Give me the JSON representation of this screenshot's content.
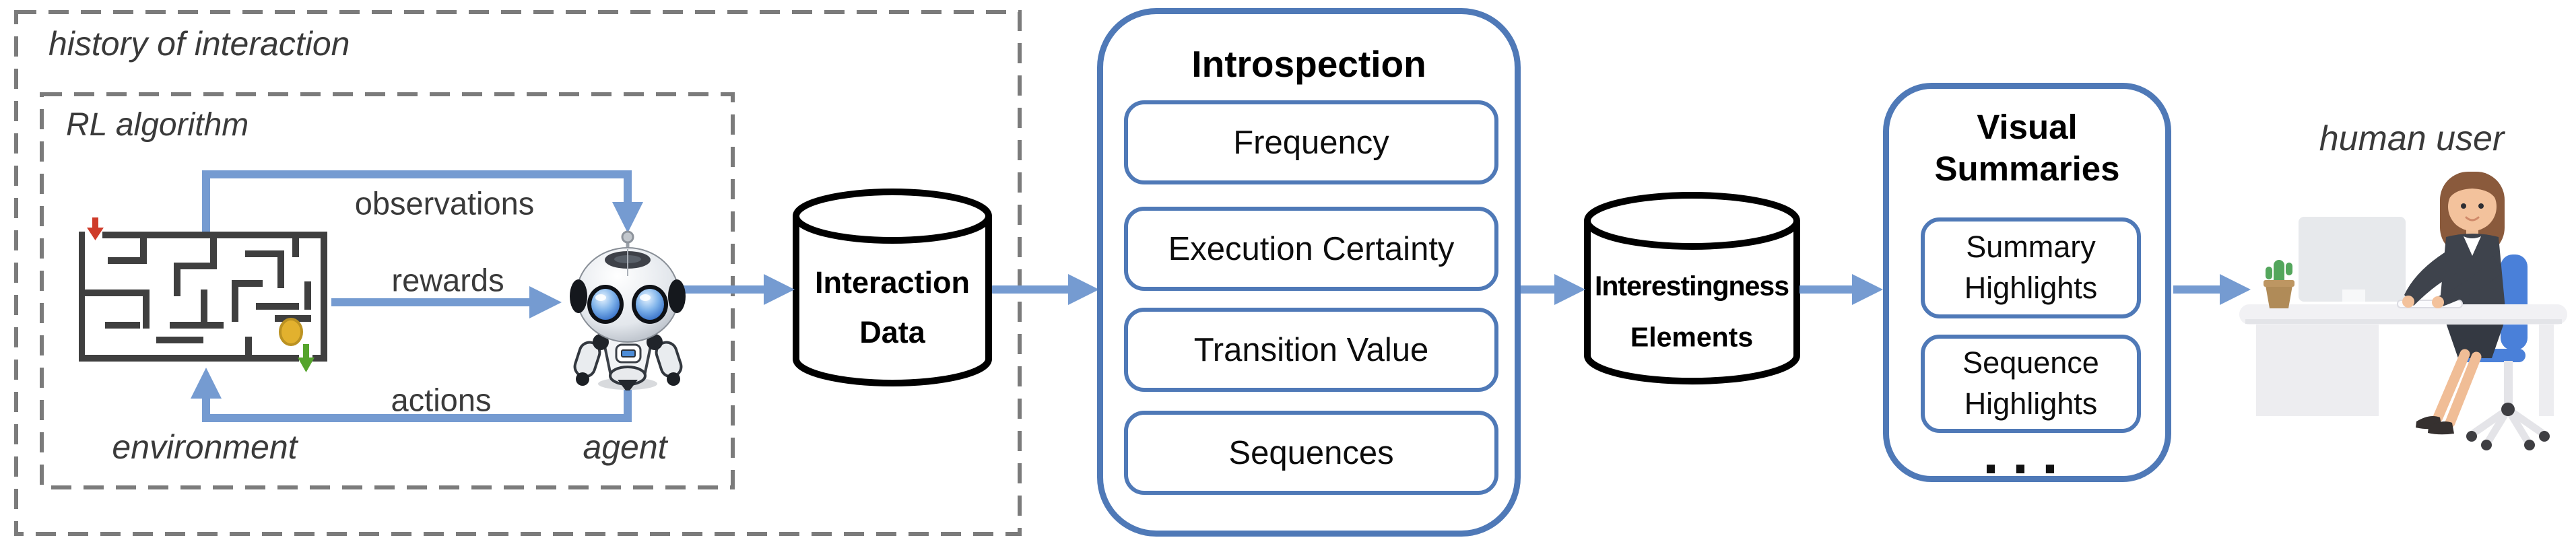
{
  "history_box": {
    "label": "history of interaction"
  },
  "rl_box": {
    "label": "RL algorithm",
    "environment_label": "environment",
    "agent_label": "agent",
    "arrows": {
      "observations": "observations",
      "rewards": "rewards",
      "actions": "actions"
    }
  },
  "interaction_data": {
    "line1": "Interaction",
    "line2": "Data"
  },
  "introspection": {
    "title": "Introspection",
    "items": [
      {
        "label": "Frequency"
      },
      {
        "label": "Execution Certainty"
      },
      {
        "label": "Transition Value"
      },
      {
        "label": "Sequences"
      }
    ]
  },
  "interestingness": {
    "line1": "Interestingness",
    "line2": "Elements"
  },
  "visual_summaries": {
    "title": "Visual Summaries",
    "items": [
      {
        "label": "Summary Highlights"
      },
      {
        "label": "Sequence Highlights"
      }
    ],
    "more": "..."
  },
  "human_user": {
    "label": "human user"
  },
  "colors": {
    "arrow_blue": "#759bd1",
    "panel_border_blue": "#4f79b7",
    "dash_gray": "#7b7b7b",
    "maze_wall": "#3f3f3f",
    "coin_gold": "#e2b12e",
    "entry_red": "#cf3b2a",
    "exit_green": "#55a42c",
    "chair_blue": "#4a80d9",
    "suit_dark": "#3e434c",
    "hair_brown": "#8a5a3c",
    "skin": "#f3c29c"
  }
}
